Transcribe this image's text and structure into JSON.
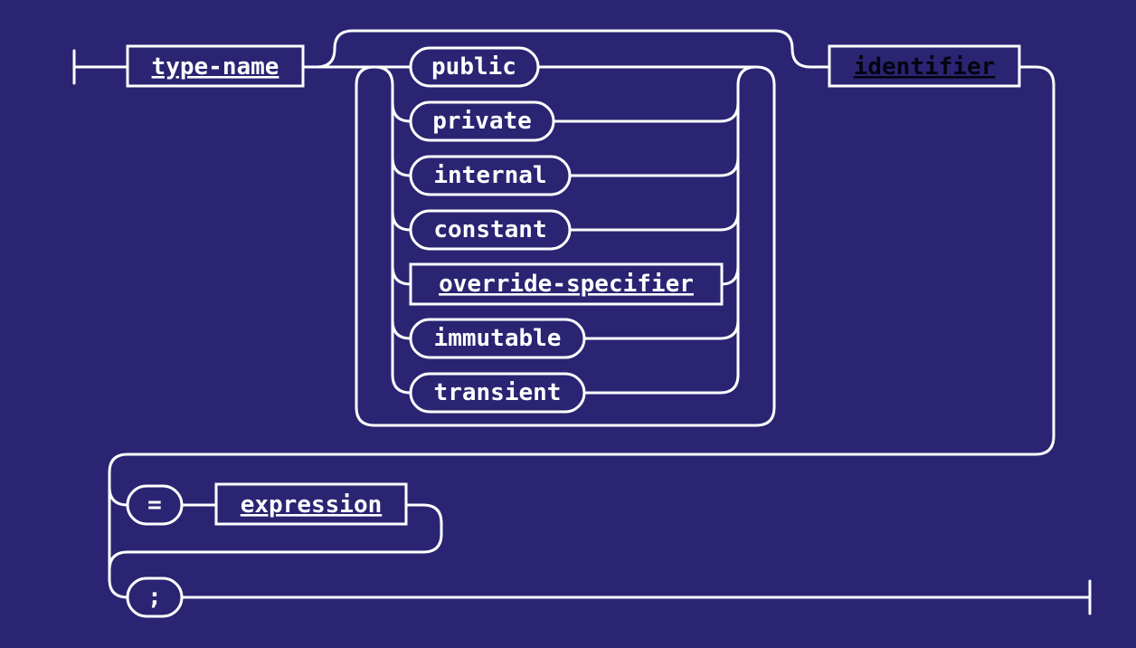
{
  "diagram": {
    "type_name": "type-name",
    "modifiers": [
      "public",
      "private",
      "internal",
      "constant",
      "override-specifier",
      "immutable",
      "transient"
    ],
    "identifier": "identifier",
    "equals": "=",
    "expression": "expression",
    "semicolon": ";"
  },
  "colors": {
    "background": "#2a2473",
    "stroke": "#ffffff",
    "identifier_text": "#050510"
  }
}
